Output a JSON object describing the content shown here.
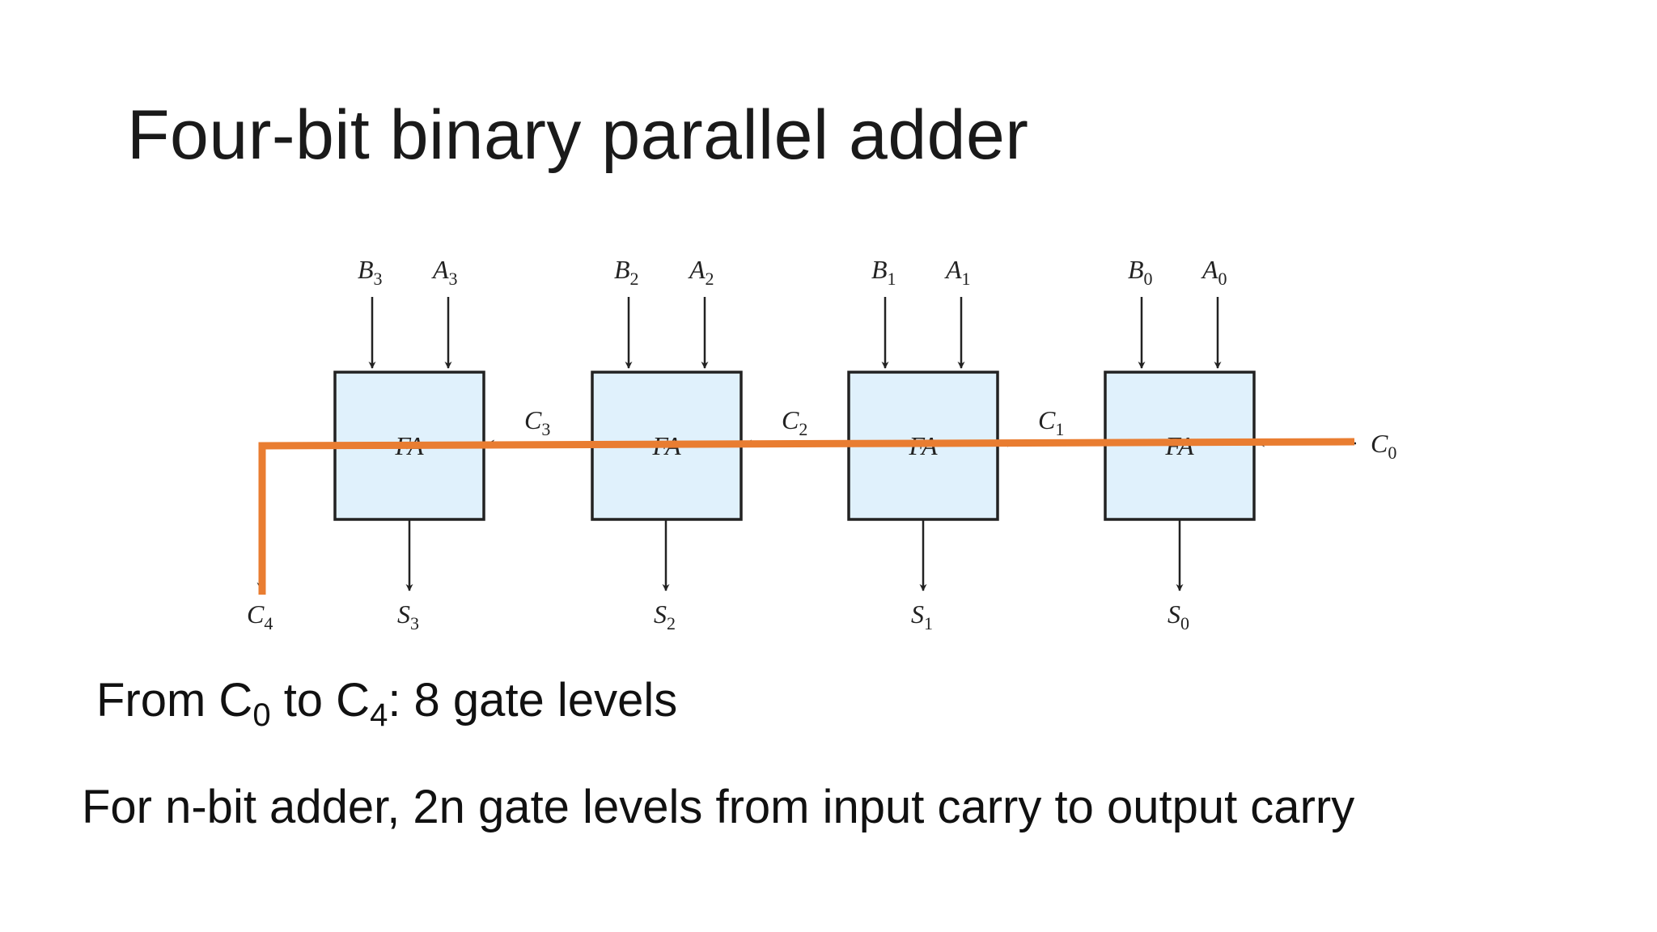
{
  "title": "Four-bit binary parallel adder",
  "diagram": {
    "block_label": "FA",
    "stages": [
      {
        "b": "B",
        "b_sub": "3",
        "a": "A",
        "a_sub": "3",
        "s": "S",
        "s_sub": "3"
      },
      {
        "b": "B",
        "b_sub": "2",
        "a": "A",
        "a_sub": "2",
        "s": "S",
        "s_sub": "2"
      },
      {
        "b": "B",
        "b_sub": "1",
        "a": "A",
        "a_sub": "1",
        "s": "S",
        "s_sub": "1"
      },
      {
        "b": "B",
        "b_sub": "0",
        "a": "A",
        "a_sub": "0",
        "s": "S",
        "s_sub": "0"
      }
    ],
    "carries": [
      {
        "c": "C",
        "c_sub": "3"
      },
      {
        "c": "C",
        "c_sub": "2"
      },
      {
        "c": "C",
        "c_sub": "1"
      }
    ],
    "carry_in": {
      "c": "C",
      "c_sub": "0"
    },
    "carry_out": {
      "c": "C",
      "c_sub": "4"
    },
    "block_fill": "#e0f1fc",
    "highlight_color": "#e97d31"
  },
  "notes": {
    "line1": {
      "pre": "From C",
      "sub1": "0",
      "mid": " to C",
      "sub2": "4",
      "post": ": 8 gate levels"
    },
    "line2": "For n-bit adder, 2n gate levels from input carry to output carry"
  }
}
